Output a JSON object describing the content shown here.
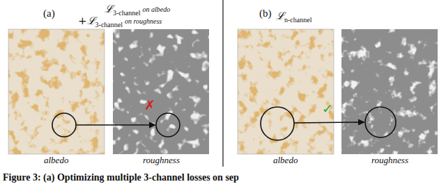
{
  "diagram": {
    "caption": "Figure 3: (a) Optimizing multiple 3-channel losses on sep",
    "labels": [
      "(a)",
      "ℒ",
      "3-channel",
      "on albedo",
      "+ℒ",
      "3-channel",
      "on roughness",
      "(b)",
      "ℒ",
      "n-channel",
      "albedo",
      "roughness",
      "albedo",
      "roughness",
      "✗",
      "✓"
    ]
  }
}
